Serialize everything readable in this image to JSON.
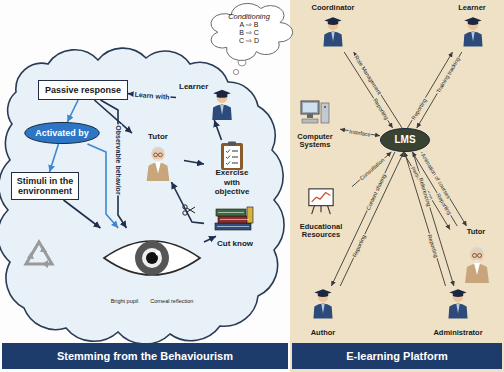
{
  "diagram": {
    "nodes": [
      {
        "text": [
          "Stemming from the Behaviourism"
        ]
      },
      {
        "text": [
          "Conditioning",
          "A ⇨ B",
          "B ⇨ C",
          "C ⇨ D"
        ],
        "in": 0
      },
      {
        "text": [
          "Passive response"
        ],
        "in": 0
      },
      {
        "text": [
          "Learner"
        ],
        "in": 0
      },
      {
        "text": [
          "Activated by"
        ],
        "in": 0
      },
      {
        "text": [
          "Tutor"
        ],
        "in": 0
      },
      {
        "text": [
          "Exercise with objective"
        ],
        "in": 0
      },
      {
        "text": [
          "Stimuli in the environment"
        ],
        "in": 0
      },
      {
        "text": [
          "Cut know"
        ],
        "in": 0
      },
      {
        "text": [
          "Bright pupil",
          "Corneal reflection"
        ],
        "in": 0
      },
      {
        "text": [
          "E-learning Platform"
        ]
      },
      {
        "text": [
          "Coordinator"
        ],
        "in": 10
      },
      {
        "text": [
          "Learner"
        ],
        "in": 10
      },
      {
        "text": [
          "Computer Systems"
        ],
        "in": 10
      },
      {
        "text": [
          "LMS"
        ],
        "in": 10
      },
      {
        "text": [
          "Educational Resources"
        ],
        "in": 10
      },
      {
        "text": [
          "Tutor"
        ],
        "in": 10
      },
      {
        "text": [
          "Author"
        ],
        "in": 10
      },
      {
        "text": [
          "Administrator"
        ],
        "in": 10
      }
    ],
    "edges": [
      {
        "from": 3,
        "to": 2,
        "label": "Learn with",
        "arrow": "to"
      },
      {
        "from": 2,
        "to": 4,
        "arrow": "to"
      },
      {
        "from": 4,
        "to": 7,
        "arrow": "to"
      },
      {
        "from": 4,
        "to": 9,
        "arrow": "to"
      },
      {
        "from": 2,
        "to": 5,
        "arrow": "to"
      },
      {
        "from": 2,
        "to": 9,
        "label": "Observable behavior",
        "arrow": "to"
      },
      {
        "from": 7,
        "to": 9,
        "arrow": "to"
      },
      {
        "from": 6,
        "to": 3,
        "arrow": "to"
      },
      {
        "from": 5,
        "to": 6,
        "arrow": "to"
      },
      {
        "from": 8,
        "to": 5,
        "arrow": "to"
      },
      {
        "from": 8,
        "to": 9,
        "arrow": "to"
      },
      {
        "from": 14,
        "to": 11,
        "label": "Role Management",
        "arrow": "to"
      },
      {
        "from": 11,
        "to": 14,
        "label": "Reporting",
        "arrow": "to"
      },
      {
        "from": 12,
        "to": 14,
        "label": "Training tracking",
        "arrow": "to"
      },
      {
        "from": 14,
        "to": 12,
        "label": "Reporting",
        "arrow": "to"
      },
      {
        "from": 13,
        "to": 14,
        "label": "Interface",
        "arrow": "both"
      },
      {
        "from": 15,
        "to": 14,
        "label": "Consultation",
        "arrow": "to"
      },
      {
        "from": 14,
        "to": 16,
        "label": "Animation of courses",
        "arrow": "to"
      },
      {
        "from": 16,
        "to": 14,
        "label": "Reporting",
        "arrow": "to"
      },
      {
        "from": 14,
        "to": 16,
        "label": "Personalisation",
        "arrow": "to"
      },
      {
        "from": 17,
        "to": 14,
        "label": "Reporting",
        "arrow": "to"
      },
      {
        "from": 14,
        "to": 17,
        "label": "Content sharing",
        "arrow": "to"
      },
      {
        "from": 14,
        "to": 18,
        "label": "Referencing",
        "arrow": "to"
      },
      {
        "from": 18,
        "to": 14,
        "label": "Reporting",
        "arrow": "to"
      }
    ]
  }
}
